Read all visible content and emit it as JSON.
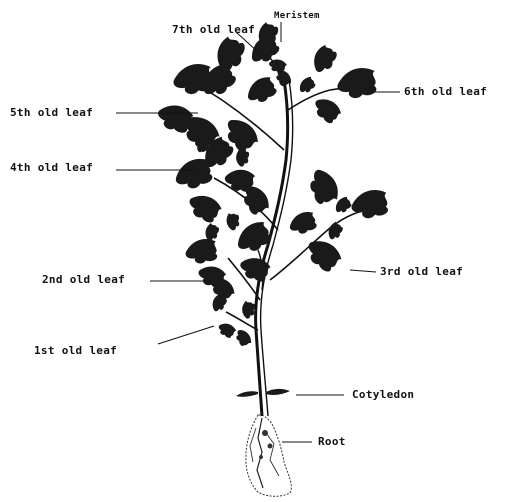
{
  "labels": {
    "meristem": "Meristem",
    "seventh_leaf": "7th old leaf",
    "sixth_leaf": "6th old leaf",
    "fifth_leaf": "5th old leaf",
    "fourth_leaf": "4th old leaf",
    "third_leaf": "3rd old leaf",
    "second_leaf": "2nd old leaf",
    "first_leaf": "1st old leaf",
    "cotyledon": "Cotyledon",
    "root": "Root"
  },
  "colors": {
    "ink": "#111111",
    "leaf": "#1a1a1a",
    "background": "#ffffff"
  }
}
